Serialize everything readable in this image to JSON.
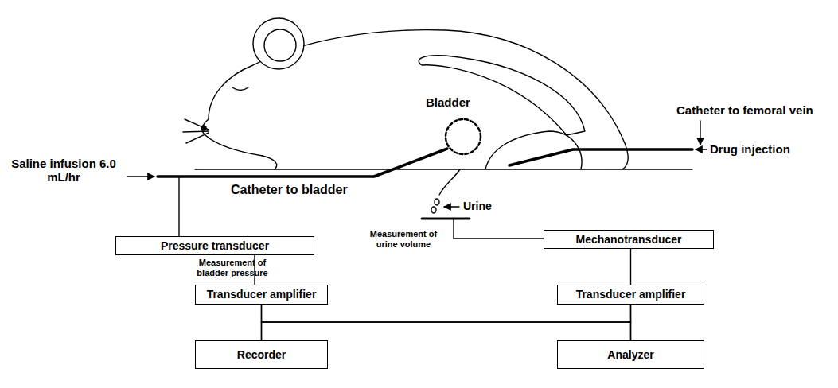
{
  "diagram": {
    "nodes": [
      {
        "text": [
          "Pressure transducer"
        ]
      },
      {
        "text": [
          "Mechanotransducer"
        ]
      },
      {
        "text": [
          "Transducer amplifier"
        ]
      },
      {
        "text": [
          "Transducer amplifier"
        ]
      },
      {
        "text": [
          "Recorder"
        ]
      },
      {
        "text": [
          "Analyzer"
        ]
      }
    ],
    "edges": [
      {
        "from": 0,
        "to": 2,
        "arrow": "none"
      },
      {
        "from": 1,
        "to": 3,
        "arrow": "none"
      },
      {
        "from": 2,
        "to": 4,
        "arrow": "none"
      },
      {
        "from": 2,
        "to": 5,
        "arrow": "none"
      },
      {
        "from": 3,
        "to": 4,
        "arrow": "none"
      },
      {
        "from": 3,
        "to": 5,
        "arrow": "none"
      }
    ],
    "labels": [
      "Bladder",
      "Catheter to femoral vein",
      "Drug injection",
      "Saline infusion 6.0 mL/hr",
      "Urine",
      "Catheter to bladder",
      "Measurement of bladder pressure",
      "Measurement of urine volume"
    ]
  }
}
